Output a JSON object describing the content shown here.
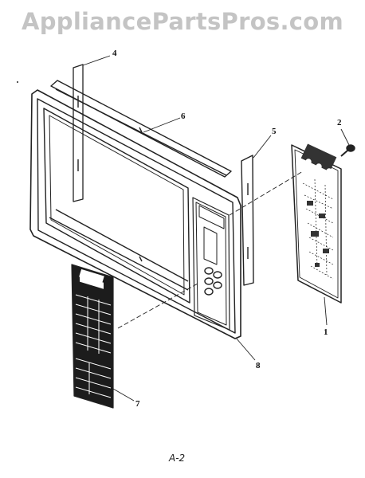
{
  "watermark": "AppliancePartsPros.com",
  "page_code": "A-2",
  "parts": [
    {
      "number": "1",
      "part": "control-board"
    },
    {
      "number": "2",
      "part": "screw"
    },
    {
      "number": "4",
      "part": "left-bracket"
    },
    {
      "number": "5",
      "part": "right-bracket"
    },
    {
      "number": "6",
      "part": "top-trim"
    },
    {
      "number": "7",
      "part": "membrane-switch-panel"
    },
    {
      "number": "8",
      "part": "front-frame"
    }
  ],
  "colors": {
    "line": "#222222",
    "watermark": "#c4c4c4"
  }
}
